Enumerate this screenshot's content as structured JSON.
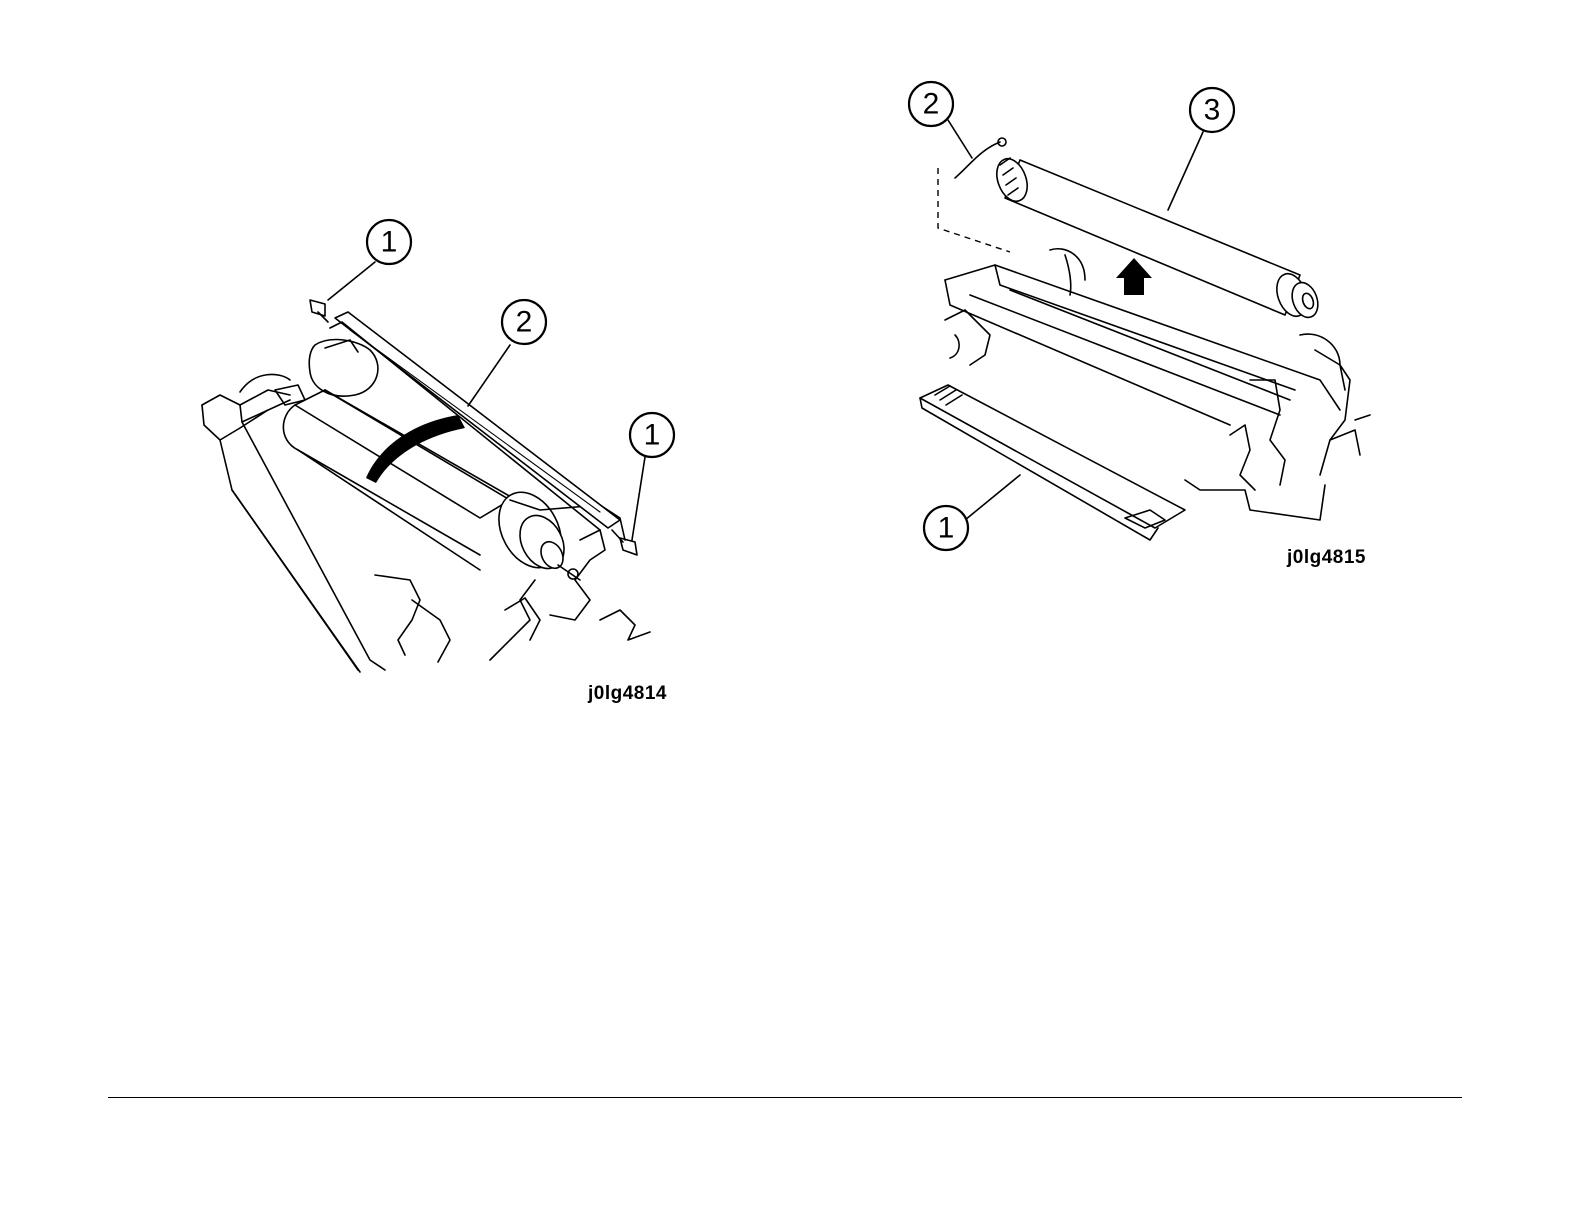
{
  "figures": [
    {
      "id_label": "j0lg4814",
      "callouts": [
        "1",
        "2",
        "1"
      ]
    },
    {
      "id_label": "j0lg4815",
      "callouts": [
        "2",
        "3",
        "1"
      ]
    }
  ],
  "colors": {
    "line": "#000000",
    "background": "#ffffff"
  }
}
